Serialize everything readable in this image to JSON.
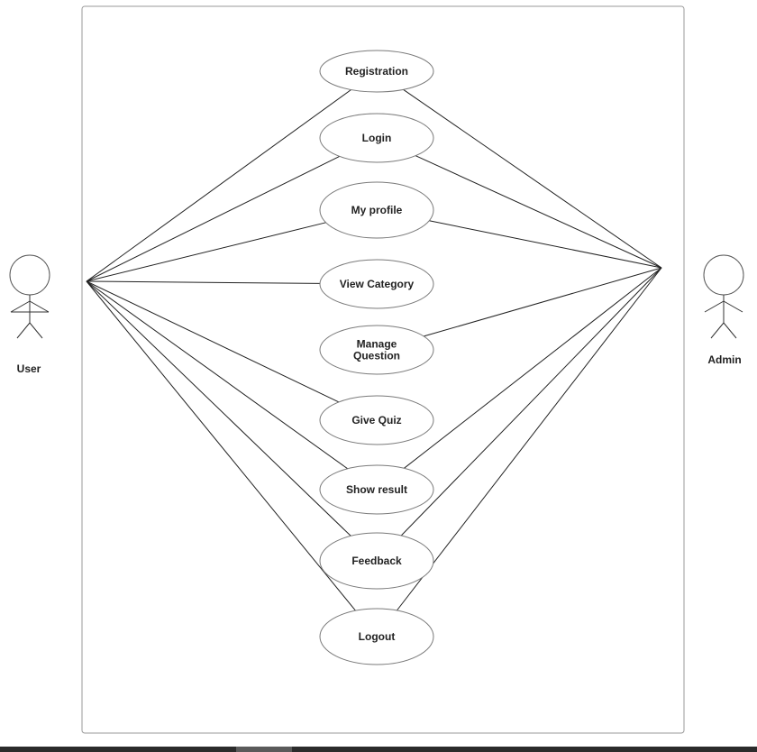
{
  "actors": {
    "user": {
      "label": "User"
    },
    "admin": {
      "label": "Admin"
    }
  },
  "use_cases": [
    {
      "id": "registration",
      "lines": [
        "Registration"
      ],
      "user": true,
      "admin": true
    },
    {
      "id": "login",
      "lines": [
        "Login"
      ],
      "user": true,
      "admin": true
    },
    {
      "id": "my-profile",
      "lines": [
        "My profile"
      ],
      "user": true,
      "admin": true
    },
    {
      "id": "view-category",
      "lines": [
        "View Category"
      ],
      "user": true,
      "admin": false
    },
    {
      "id": "manage-question",
      "lines": [
        "Manage",
        "Question"
      ],
      "user": false,
      "admin": true
    },
    {
      "id": "give-quiz",
      "lines": [
        "Give Quiz"
      ],
      "user": true,
      "admin": false
    },
    {
      "id": "show-result",
      "lines": [
        "Show result"
      ],
      "user": true,
      "admin": true
    },
    {
      "id": "feedback",
      "lines": [
        "Feedback"
      ],
      "user": true,
      "admin": true
    },
    {
      "id": "logout",
      "lines": [
        "Logout"
      ],
      "user": true,
      "admin": true
    }
  ],
  "colors": {
    "line": "#222222",
    "ellipse_stroke": "#7a7a7a",
    "boundary": "#9a9a9a",
    "text": "#222222"
  }
}
